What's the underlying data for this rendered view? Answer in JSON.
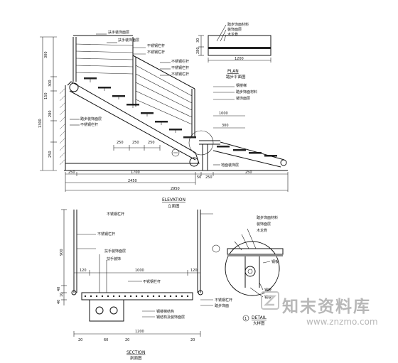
{
  "elevation": {
    "title": "ELEVATION",
    "subtitle": "立面图",
    "notes": {
      "handrail_top_a": "扶手装饰面层",
      "handrail_top_b": "扶手装饰面层",
      "railing_1": "不锈钢栏杆",
      "railing_2": "不锈钢栏杆",
      "railing_3": "不锈钢栏杆",
      "railing_4": "不锈钢栏杆",
      "left_1": "踏步装饰面层",
      "left_2": "不锈钢栏杆",
      "right_1": "钢楼梯",
      "right_2": "踏步饰面材料",
      "right_3": "装饰面层",
      "bottom": "地面装饰层"
    },
    "dims": {
      "left_top": "300",
      "left_mid_a": "300",
      "left_mid_b": "150",
      "left_lower": "280",
      "left_base": "250",
      "left_total": "1300",
      "step_1": "250",
      "step_2": "250",
      "step_3": "250",
      "bottom_a": "250",
      "bottom_b": "1700",
      "bottom_c": "50",
      "bottom_d": "250",
      "bottom_e": "250",
      "overall_a": "2450",
      "overall_b": "2950",
      "right_top": "1000",
      "right_mid": "300"
    }
  },
  "plan": {
    "title": "PLAN",
    "subtitle": "踏步平面图",
    "notes": {
      "n1": "踏步饰面材料",
      "n2": "装饰面层",
      "n3": "木龙骨"
    },
    "dims": {
      "h1": "30",
      "h2": "280",
      "w": "1200"
    }
  },
  "section": {
    "title": "SECTION",
    "subtitle": "剖面图",
    "notes": {
      "n1": "不锈钢栏杆",
      "n2": "不锈钢栏杆",
      "n3": "扶手装饰面层",
      "n4": "扶手装饰",
      "n5": "不锈钢栏杆",
      "n6": "不锈钢栏杆",
      "n7": "踏步饰面",
      "n8": "钢楼梯结构",
      "n9": "钢结构及装饰面层"
    },
    "dims": {
      "left_top": "900",
      "left_a": "40",
      "left_b": "10",
      "left_c": "40",
      "mid_a": "120",
      "mid_b": "1000",
      "mid_c": "120",
      "bottom_a": "20",
      "bottom_b": "60",
      "bottom_c": "20",
      "bottom_total": "1200",
      "bottom_d": "20"
    }
  },
  "detail": {
    "title": "DETAIL",
    "subtitle": "大样图",
    "callout": "1",
    "notes": {
      "n1": "踏步饰面材料",
      "n2": "装饰面层",
      "n3": "木龙骨",
      "n4": "钢板",
      "n5": "钢管",
      "n6": "钢板"
    }
  },
  "watermark": {
    "site_name": "知末资料库",
    "url": "www.znzmo.com"
  }
}
